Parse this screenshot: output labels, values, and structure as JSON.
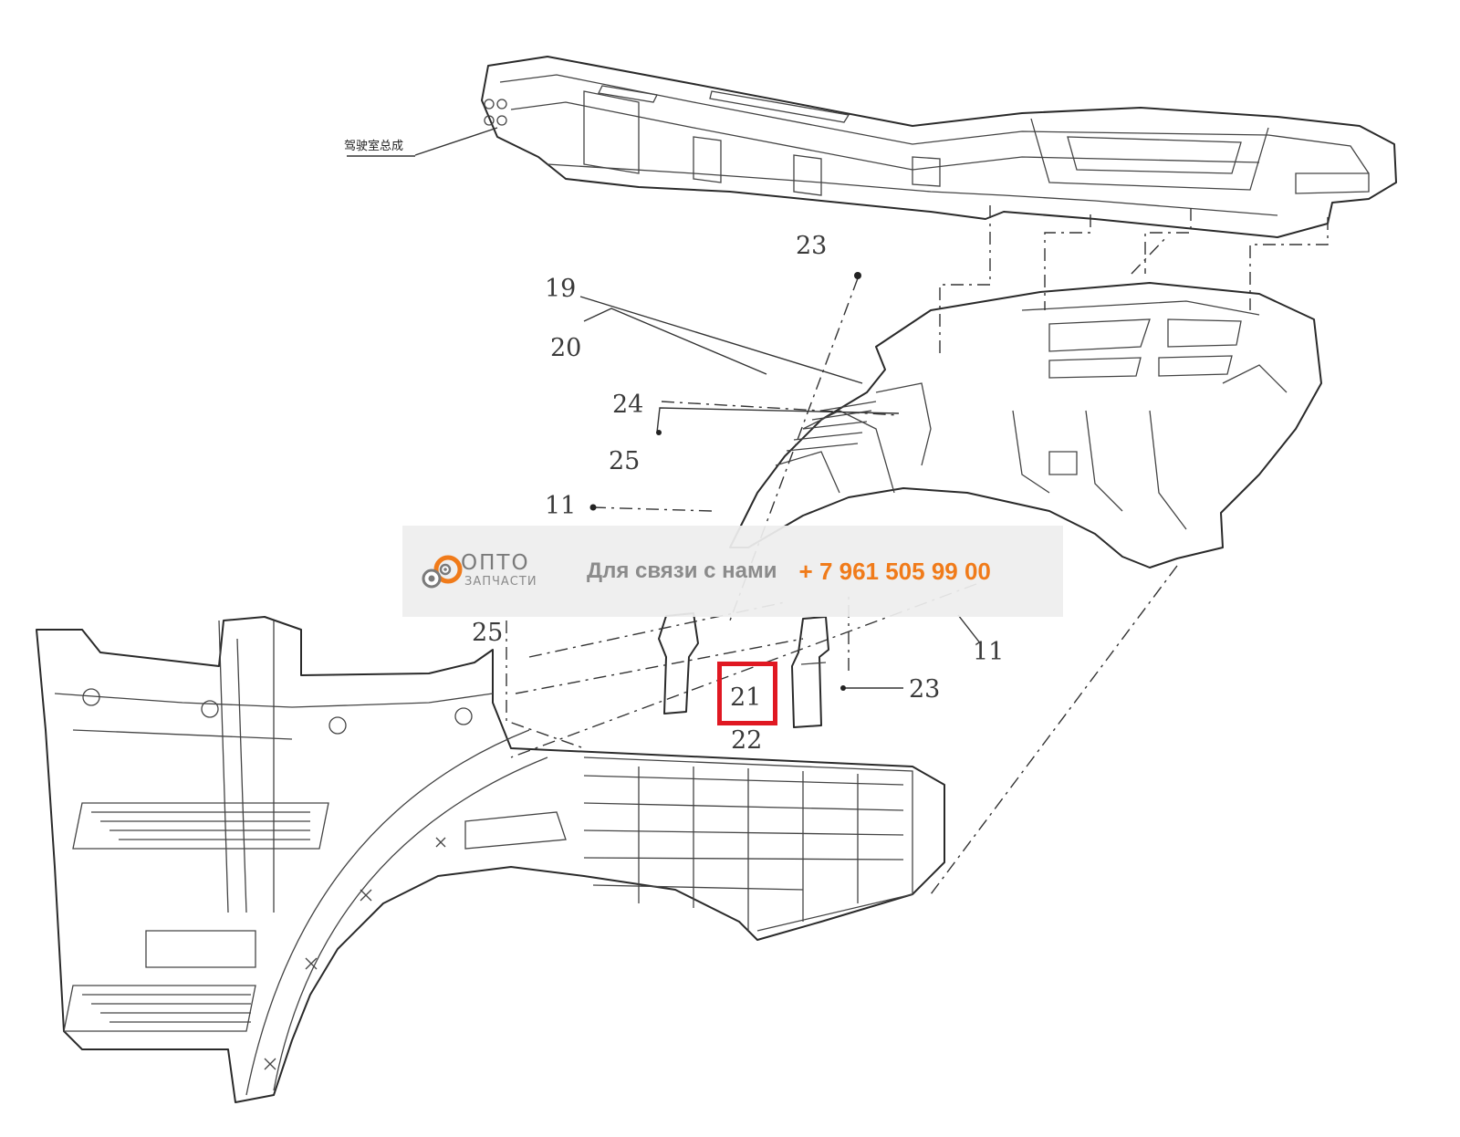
{
  "diagram": {
    "chinese_label": "驾驶室总成",
    "callouts": {
      "c23_top": "23",
      "c19": "19",
      "c20": "20",
      "c24": "24",
      "c25_upper": "25",
      "c11_left": "11",
      "c25_lower": "25",
      "c11_right": "11",
      "c23_right": "23",
      "c21": "21",
      "c22": "22"
    },
    "highlight_color": "#e01822"
  },
  "banner": {
    "logo_word": "ОПТО",
    "logo_sub": "ЗАПЧАСТИ",
    "contact_label": "Для связи с нами",
    "phone": "+ 7 961 505 99 00",
    "accent_color": "#f07b1a"
  }
}
